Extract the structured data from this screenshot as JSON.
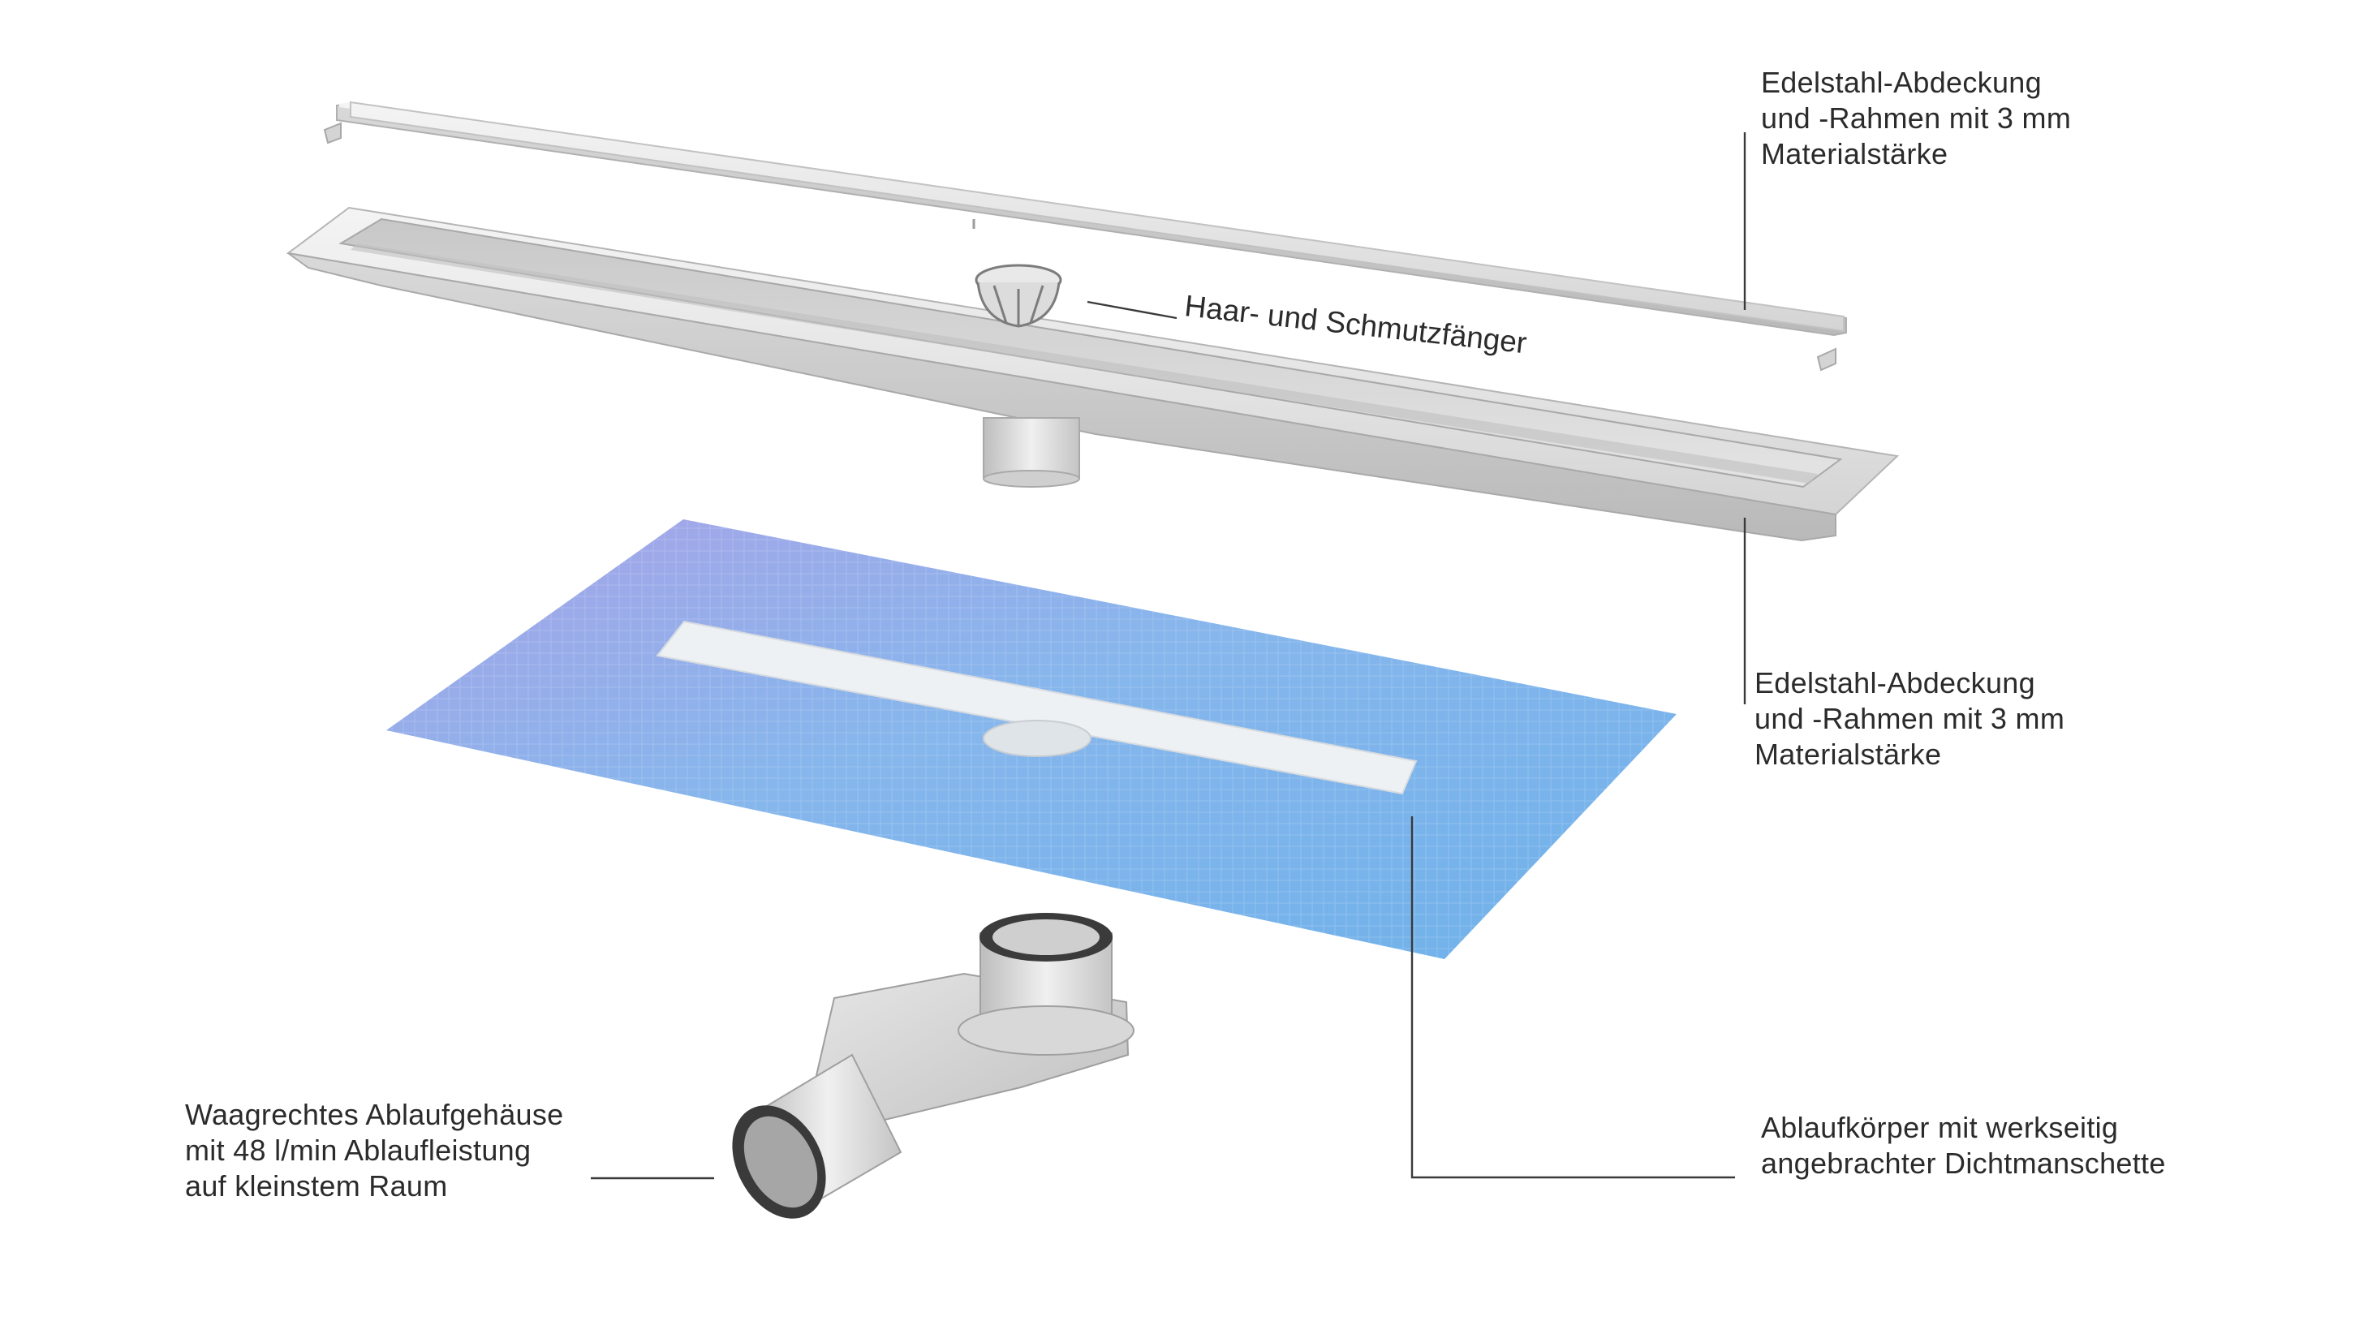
{
  "labels": {
    "cover_top": [
      "Edelstahl-Abdeckung",
      "und -Rahmen mit 3 mm",
      "Materialstärke"
    ],
    "hair_filter": "Haar- und Schmutzfänger",
    "cover_middle": [
      "Edelstahl-Abdeckung",
      "und -Rahmen mit 3 mm",
      "Materialstärke"
    ],
    "drain_body": [
      "Ablaufkörper mit werkseitig",
      "angebrachter Dichtmanschette"
    ],
    "horizontal_housing": [
      "Waagrechtes Ablaufgehäuse",
      "mit 48 l/min Ablaufleistung",
      "auf kleinstem Raum"
    ]
  },
  "colors": {
    "steel_light": "#eeeeee",
    "steel_mid": "#cfcfcf",
    "steel_dark": "#9c9c9c",
    "membrane_blue": "#7ab0e8",
    "membrane_violet": "#a8a6e6",
    "leader_line": "#3a3a3a"
  }
}
